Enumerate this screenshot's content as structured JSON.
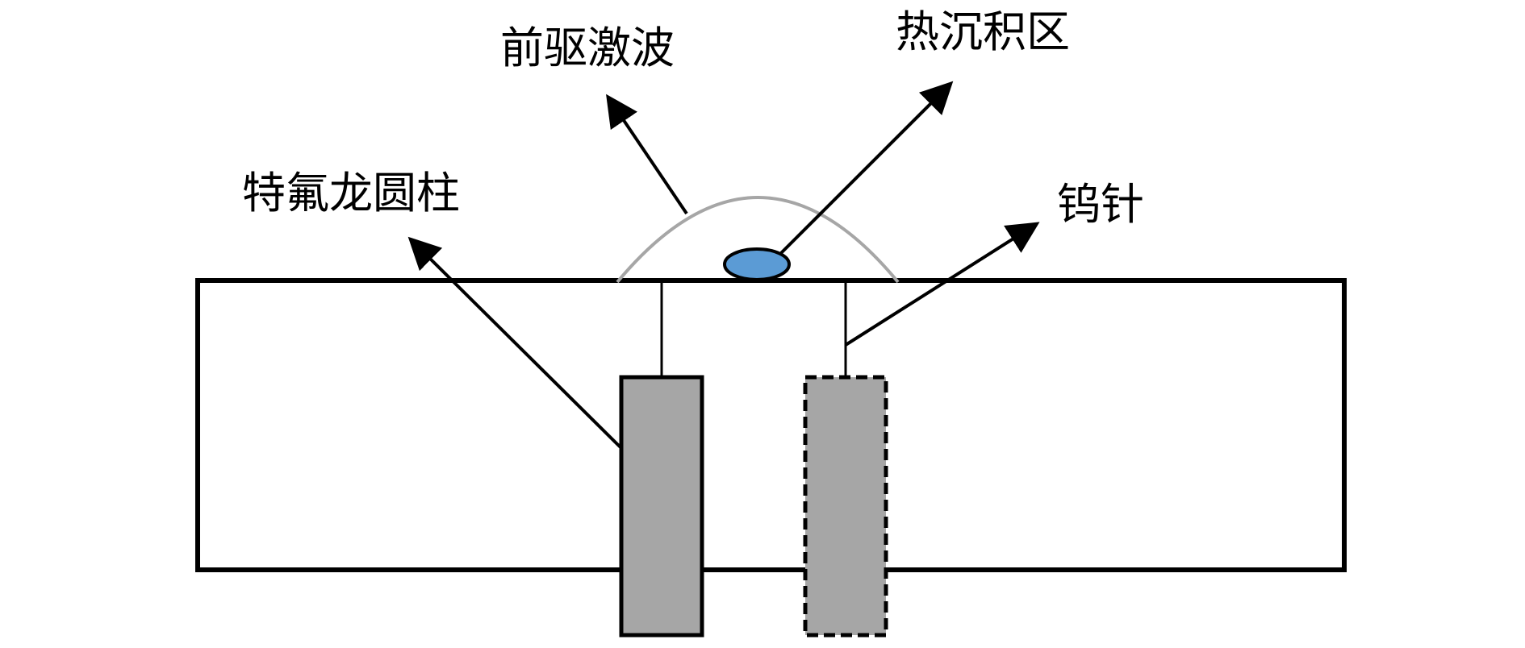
{
  "diagram": {
    "labels": {
      "precursor_shock": "前驱激波",
      "heat_deposition": "热沉积区",
      "teflon_cylinder": "特氟龙圆柱",
      "tungsten_needle": "钨针"
    },
    "colors": {
      "outline": "#000000",
      "cylinder_fill": "#a6a6a6",
      "shock_arc": "#a6a6a6",
      "heat_zone": "#5b9bd5"
    }
  }
}
